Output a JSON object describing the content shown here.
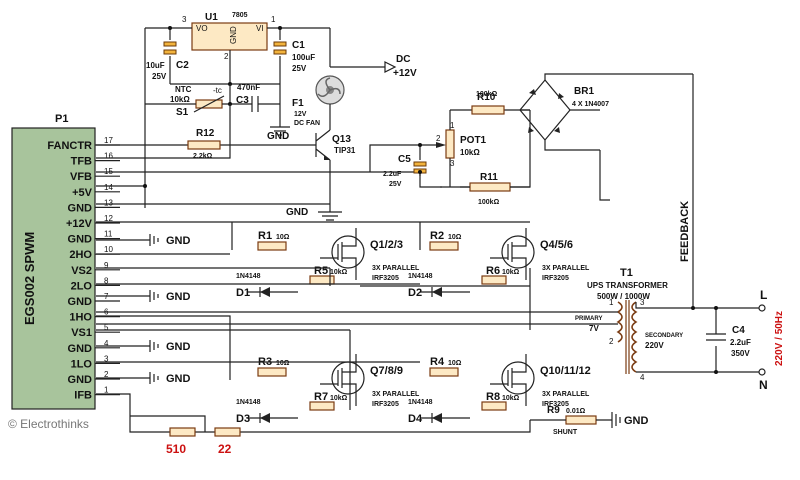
{
  "connector": {
    "ref": "P1",
    "name": "EGS002 SPWM",
    "pins": [
      {
        "num": "17",
        "label": "FANCTR"
      },
      {
        "num": "16",
        "label": "TFB"
      },
      {
        "num": "15",
        "label": "VFB"
      },
      {
        "num": "14",
        "label": "+5V"
      },
      {
        "num": "13",
        "label": "GND"
      },
      {
        "num": "12",
        "label": "+12V"
      },
      {
        "num": "11",
        "label": "GND"
      },
      {
        "num": "10",
        "label": "2HO"
      },
      {
        "num": "9",
        "label": "VS2"
      },
      {
        "num": "8",
        "label": "2LO"
      },
      {
        "num": "7",
        "label": "GND"
      },
      {
        "num": "6",
        "label": "1HO"
      },
      {
        "num": "5",
        "label": "VS1"
      },
      {
        "num": "4",
        "label": "GND"
      },
      {
        "num": "3",
        "label": "1LO"
      },
      {
        "num": "2",
        "label": "GND"
      },
      {
        "num": "1",
        "label": "IFB"
      }
    ]
  },
  "regulator": {
    "ref": "U1",
    "part": "7805",
    "vo": "VO",
    "gnd": "GND",
    "vi": "VI",
    "pin3": "3",
    "pin2": "2",
    "pin1": "1"
  },
  "c2": {
    "ref": "C2",
    "value": "10uF",
    "voltage": "25V"
  },
  "c1": {
    "ref": "C1",
    "value": "100uF",
    "voltage": "25V"
  },
  "dc": {
    "label": "DC",
    "value": "+12V"
  },
  "fan": {
    "ref": "F1",
    "voltage": "12V",
    "type": "DC FAN"
  },
  "ntc": {
    "type": "NTC",
    "value": "10kΩ",
    "ref": "S1",
    "mark": "-tc"
  },
  "c3": {
    "ref": "C3",
    "value": "470nF"
  },
  "gnd_top": "GND",
  "r12": {
    "ref": "R12",
    "value": "2.2kΩ"
  },
  "q13": {
    "ref": "Q13",
    "part": "TIP31"
  },
  "gnd_mid": "GND",
  "r10": {
    "ref": "R10",
    "value": "100kΩ"
  },
  "br1": {
    "ref": "BR1",
    "part": "4 X 1N4007"
  },
  "pot1": {
    "ref": "POT1",
    "value": "10kΩ",
    "p1": "1",
    "p2": "2",
    "p3": "3"
  },
  "c5": {
    "ref": "C5",
    "value": "2.2uF",
    "voltage": "25V"
  },
  "r11": {
    "ref": "R11",
    "value": "100kΩ"
  },
  "feedback": "FEEDBACK",
  "gnd_labels": [
    "GND",
    "GND",
    "GND",
    "GND"
  ],
  "r1": {
    "ref": "R1",
    "value": "10Ω"
  },
  "r2": {
    "ref": "R2",
    "value": "10Ω"
  },
  "r3": {
    "ref": "R3",
    "value": "10Ω"
  },
  "r4": {
    "ref": "R4",
    "value": "10Ω"
  },
  "r5": {
    "ref": "R5",
    "value": "10kΩ"
  },
  "r6": {
    "ref": "R6",
    "value": "10kΩ"
  },
  "r7": {
    "ref": "R7",
    "value": "10kΩ"
  },
  "r8": {
    "ref": "R8",
    "value": "10kΩ"
  },
  "d1": {
    "ref": "D1",
    "part": "1N4148"
  },
  "d2": {
    "ref": "D2",
    "part": "1N4148"
  },
  "d3": {
    "ref": "D3",
    "part": "1N4148"
  },
  "d4": {
    "ref": "D4",
    "part": "1N4148"
  },
  "q123": {
    "ref": "Q1/2/3",
    "config": "3X PARALLEL",
    "part": "IRF3205"
  },
  "q456": {
    "ref": "Q4/5/6",
    "config": "3X PARALLEL",
    "part": "IRF3205"
  },
  "q789": {
    "ref": "Q7/8/9",
    "config": "3X PARALLEL",
    "part": "IRF3205"
  },
  "q101112": {
    "ref": "Q10/11/12",
    "config": "3X PARALLEL",
    "part": "IRF3205"
  },
  "t1": {
    "ref": "T1",
    "desc": "UPS TRANSFORMER",
    "rating": "500W / 1000W",
    "primary": "PRIMARY",
    "primary_v": "7V",
    "secondary": "SECONDARY",
    "secondary_v": "220V",
    "p1": "1",
    "p2": "2",
    "p3": "3",
    "p4": "4"
  },
  "c4": {
    "ref": "C4",
    "value": "2.2uF",
    "voltage": "350V"
  },
  "ac": {
    "line": "L",
    "neutral": "N",
    "spec": "220V / 50Hz"
  },
  "r9": {
    "ref": "R9",
    "value": "0.01Ω",
    "name": "SHUNT"
  },
  "gnd_shunt": "GND",
  "bottom_resistors": [
    "510",
    "22"
  ],
  "watermark": "© Electrothinks"
}
